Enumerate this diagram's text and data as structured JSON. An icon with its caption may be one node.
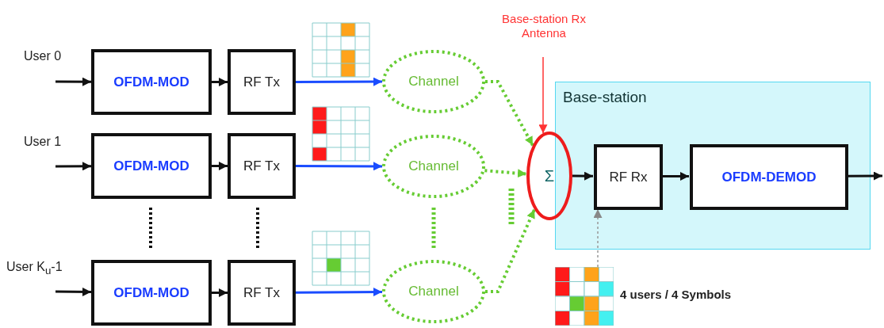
{
  "diagram": {
    "nodes": [
      {
        "text": [
          "OFDM-MOD"
        ],
        "beside": [
          "User 0"
        ]
      },
      {
        "text": [
          "RF Tx"
        ]
      },
      {
        "text": [
          "Channel"
        ]
      },
      {
        "text": [
          "OFDM-MOD"
        ],
        "beside": [
          "User 1"
        ]
      },
      {
        "text": [
          "RF Tx"
        ]
      },
      {
        "text": [
          "Channel"
        ]
      },
      {
        "text": [
          "OFDM-MOD"
        ],
        "beside": [
          "User K$_{u}$-1"
        ]
      },
      {
        "text": [
          "RF Tx"
        ]
      },
      {
        "text": [
          "Channel"
        ]
      },
      {
        "text": [
          "Σ"
        ]
      },
      {
        "text": [
          "Base-station"
        ]
      },
      {
        "text": [
          "RF Rx"
        ],
        "in": 10
      },
      {
        "text": [
          "OFDM-DEMOD"
        ],
        "in": 10
      },
      {
        "text": [
          "Base-station Rx Antenna"
        ]
      },
      {
        "text": [],
        "shape": "picture",
        "beside": [
          "4 users / 4 Symbols"
        ]
      }
    ],
    "edges": [
      {
        "from": null,
        "to": 0,
        "arrow": "to"
      },
      {
        "from": 0,
        "to": 1,
        "arrow": "to"
      },
      {
        "from": 1,
        "to": 2,
        "arrow": "to",
        "color": "#1a4cff"
      },
      {
        "from": null,
        "to": 3,
        "arrow": "to"
      },
      {
        "from": 3,
        "to": 4,
        "arrow": "to"
      },
      {
        "from": 4,
        "to": 5,
        "arrow": "to",
        "color": "#1a4cff"
      },
      {
        "from": null,
        "to": 6,
        "arrow": "to"
      },
      {
        "from": 6,
        "to": 7,
        "arrow": "to"
      },
      {
        "from": 7,
        "to": 8,
        "arrow": "to",
        "color": "#1a4cff"
      },
      {
        "from": 2,
        "to": 9,
        "arrow": "to",
        "style": "dashed",
        "color": "#66cc33"
      },
      {
        "from": 5,
        "to": 9,
        "arrow": "to",
        "style": "dashed",
        "color": "#66cc33"
      },
      {
        "from": 8,
        "to": 9,
        "arrow": "to",
        "style": "dashed",
        "color": "#66cc33"
      },
      {
        "from": 13,
        "to": 9,
        "arrow": "to",
        "color": "#ff3333"
      },
      {
        "from": 9,
        "to": 11,
        "arrow": "to"
      },
      {
        "from": 11,
        "to": 12,
        "arrow": "to"
      },
      {
        "from": 12,
        "to": null,
        "arrow": "to"
      },
      {
        "from": 14,
        "to": 11,
        "arrow": "to",
        "style": "dashed",
        "color": "#999999"
      }
    ]
  }
}
